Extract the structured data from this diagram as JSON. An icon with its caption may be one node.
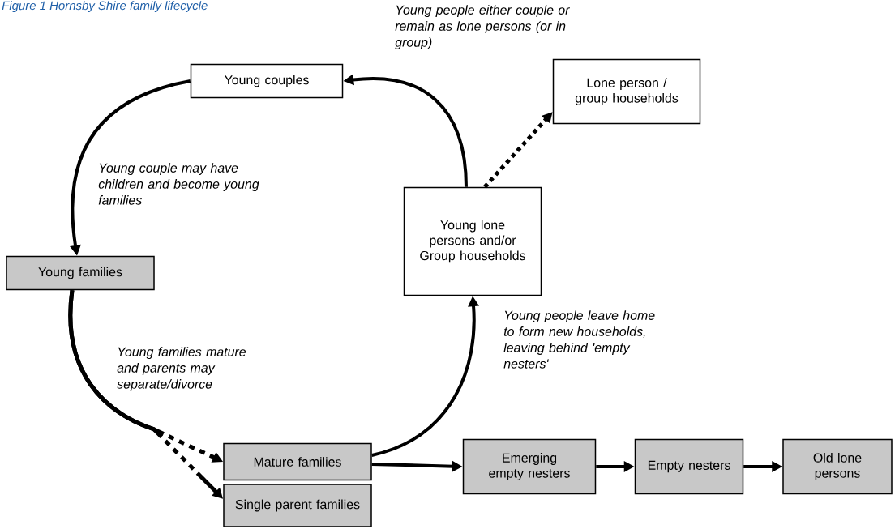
{
  "diagram": {
    "title": "Figure 1 Hornsby Shire family lifecycle",
    "nodes": [
      {
        "text": [
          "Young couples"
        ]
      },
      {
        "text": [
          "Lone person / group households"
        ]
      },
      {
        "text": [
          "Young families"
        ]
      },
      {
        "text": [
          "Young lone persons and/or Group households"
        ]
      },
      {
        "text": [
          "Mature families"
        ]
      },
      {
        "text": [
          "Single parent families"
        ]
      },
      {
        "text": [
          "Emerging empty nesters"
        ]
      },
      {
        "text": [
          "Empty nesters"
        ]
      },
      {
        "text": [
          "Old lone persons"
        ]
      }
    ],
    "edges": [
      {
        "from": 0,
        "to": 2,
        "arrow": "to",
        "label": "Young couple may have children and become young families"
      },
      {
        "from": 2,
        "to": 4,
        "arrow": "to",
        "style": "dashed",
        "label": "Young families mature and parents may separate/divorce"
      },
      {
        "from": 2,
        "to": 5,
        "arrow": "to",
        "style": "dashed"
      },
      {
        "from": 4,
        "to": 3,
        "arrow": "to",
        "label": "Young people leave home to form new households, leaving behind 'empty nesters'"
      },
      {
        "from": 3,
        "to": 0,
        "arrow": "to",
        "label": "Young people either couple or remain as lone persons (or in group)"
      },
      {
        "from": 3,
        "to": 1,
        "arrow": "to",
        "style": "dashed"
      },
      {
        "from": 4,
        "to": 6,
        "arrow": "to"
      },
      {
        "from": 6,
        "to": 7,
        "arrow": "to"
      },
      {
        "from": 7,
        "to": 8,
        "arrow": "to"
      }
    ]
  }
}
